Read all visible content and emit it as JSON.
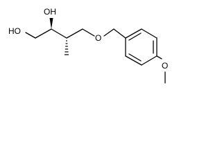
{
  "molecule": {
    "atoms": {
      "ho_left": "HO",
      "oh_top": "OH",
      "o_ether": "O",
      "o_methoxy": "O"
    }
  }
}
